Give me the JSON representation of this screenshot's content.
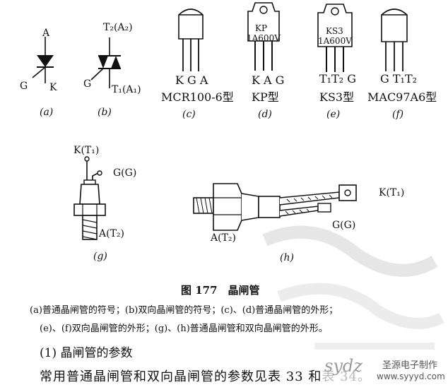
{
  "figures": {
    "a": {
      "A": "A",
      "G": "G",
      "K": "K",
      "tag": "(a)"
    },
    "b": {
      "T2": "T₂(A₂)",
      "G": "G",
      "T1": "T₁(A₁)",
      "tag": "(b)"
    },
    "c": {
      "pins": "K G A",
      "model": "MCR100-6型",
      "tag": "(c)"
    },
    "d": {
      "mark1": "KP",
      "mark2": "1A600V",
      "pins": "K A G",
      "model": "KP型",
      "tag": "(d)"
    },
    "e": {
      "mark1": "KS3",
      "mark2": "1A600V",
      "pins": "T₁T₂ G",
      "model": "KS3型",
      "tag": "(e)"
    },
    "f": {
      "pins": "G T₁T₂",
      "model": "MAC97A6型",
      "tag": "(f)"
    },
    "g": {
      "K": "K(T₁)",
      "G": "G(G)",
      "A": "A(T₂)",
      "tag": "(g)"
    },
    "h": {
      "K": "K(T₁)",
      "G": "G(G)",
      "A": "A(T₂)",
      "tag": "(h)"
    }
  },
  "caption": {
    "title": "图 177　晶闸管",
    "line1": "(a)普通晶闸管的符号；(b)双向晶闸管的符号；(c)、(d)普通晶闸管的外形；",
    "line2": "(e)、(f)双向晶闸管的外形；(g)、(h)普通晶闸管和双向晶闸管的外形。"
  },
  "section": "(1) 晶闸管的参数",
  "body": "常用普通晶闸管和双向晶闸管的参数见表 33 和表 34。",
  "watermark": {
    "logo": "sydz",
    "site_name": "圣源电子制作",
    "site_url": "www.syyyd.com"
  }
}
